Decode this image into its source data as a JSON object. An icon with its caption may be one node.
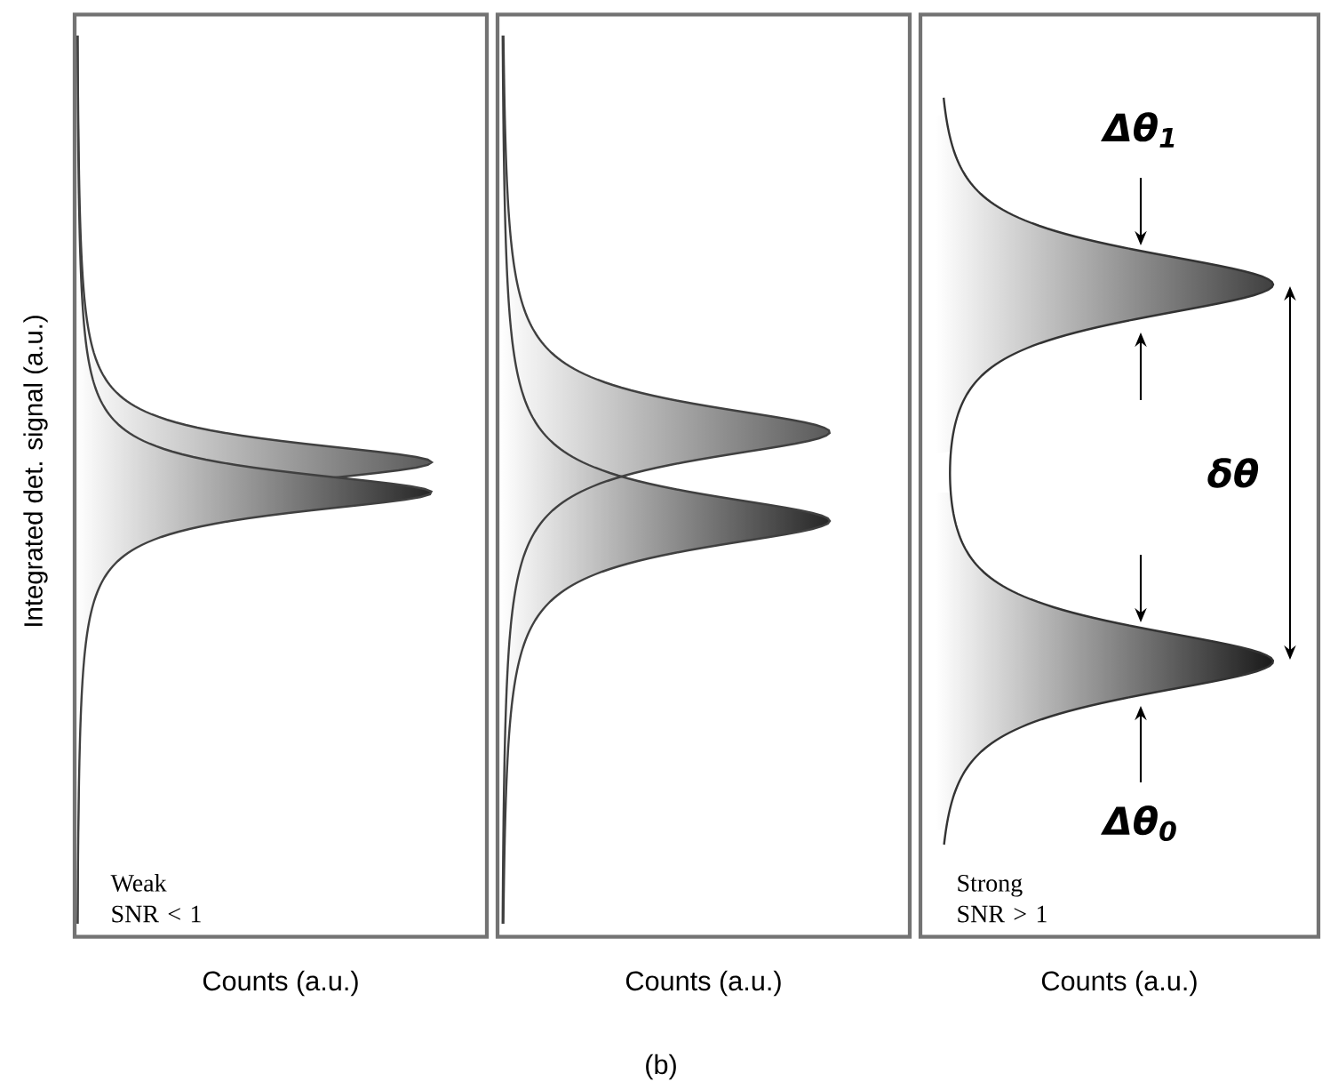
{
  "diagram": {
    "caption": "(b)",
    "nodes": [
      {
        "text": [
          "Weak SNR < 1"
        ],
        "beside": [
          "Counts (a.u.)"
        ]
      },
      {
        "text": [],
        "shape": "box",
        "beside": [
          "Counts (a.u.)"
        ]
      },
      {
        "text": [
          "Strong SNR > 1"
        ],
        "beside": [
          "Counts (a.u.)"
        ]
      }
    ],
    "labels": [
      "Integrated det. signal (a.u.)",
      "Δθ$_{1}$",
      "δθ",
      "Δθ$_{0}$"
    ]
  }
}
